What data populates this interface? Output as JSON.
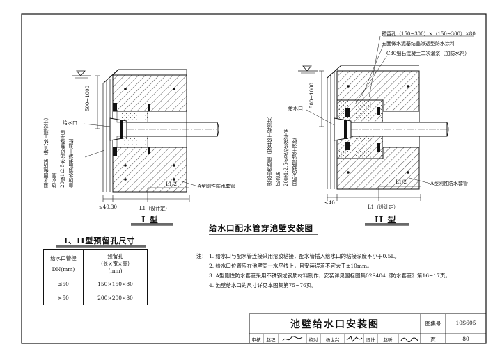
{
  "left_detail": {
    "caption": "I 型",
    "dim_vertical": "500~1000",
    "inlet_label": "给水口",
    "layers": [
      "迎水面做防层（按具体工程设计）",
      "防水层",
      "20厚1:2.5水泥砂浆找平层",
      "自防水钢筋混凝土池壁"
    ],
    "dim_gap": "≤40,30",
    "dim_l1": "L1（设计定）",
    "dim_l1_half": "L1/2",
    "sleeve_label": "A型刚性防水套管"
  },
  "right_detail": {
    "caption": "II 型",
    "dim_vertical": "500~1000",
    "inlet_label": "给水口",
    "layers": [
      "迎水面做防层（按具体工程设计）",
      "防水层",
      "20厚1:2.5水泥砂浆找平层",
      "自防水钢筋混凝土池壁"
    ],
    "callouts": [
      "预留孔（150~300）×（150~300）×80",
      "五面做水泥基结晶渗透型防水涂料",
      "C30细石混凝土二次灌浆（加防水剂）"
    ],
    "dim_gap": "≤40",
    "dim_l1": "L1（设计定）",
    "dim_l1_half": "L1/2",
    "sleeve_label": "A型刚性防水套管"
  },
  "main_title": "给水口配水管穿池壁安装图",
  "size_table": {
    "title": "I、II型预留孔尺寸",
    "header_col1": [
      "给水口管径",
      "DN(mm)"
    ],
    "header_col2": [
      "预留孔",
      "（长×宽×高）",
      "(mm)"
    ],
    "rows": [
      [
        "≤50",
        "150×150×80"
      ],
      [
        ">50",
        "200×200×80"
      ]
    ]
  },
  "notes": {
    "prefix": "注：",
    "items": [
      "1. 给水口与配水管连接采用溶胶粘接，配水管插入给水口的粘接深度不小于0.5L。",
      "2. 给水口位置应在池壁同一水平线上，且安装误差不宜大于±10mm。",
      "3. A型刚性防水套管采用不锈钢或钢质材料制作，安装详见国标图集02S404《防水套管》第16~17页。",
      "4. 池壁给水口的尺寸详见本图集第75~76页。"
    ]
  },
  "title_block": {
    "title": "池壁给水口安装图",
    "atlas_label": "图集号",
    "atlas_no": "10S605",
    "page_label": "页",
    "page_no": "80",
    "review_label": "审核",
    "review_name": "赵锂",
    "check_label": "校对",
    "check_name": "杨世兴",
    "design_label": "设计",
    "design_name": "赵昕"
  }
}
